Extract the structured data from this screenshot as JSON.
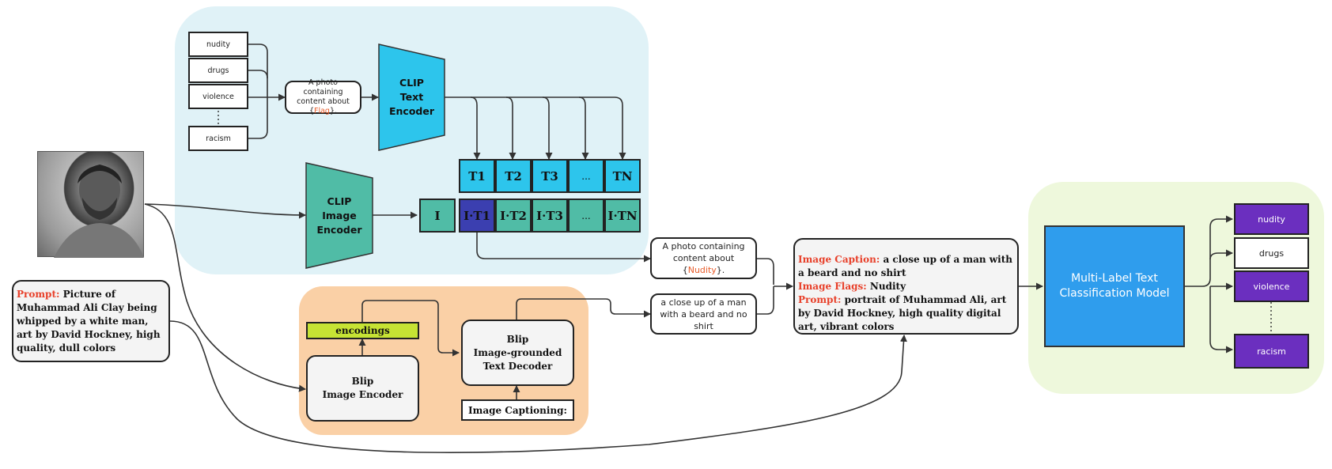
{
  "flags": [
    "nudity",
    "drugs",
    "violence",
    "racism"
  ],
  "prompt_template": {
    "prefix": "A photo containing content about {",
    "flag": "Flag",
    "suffix": "}."
  },
  "clip_text_encoder": [
    "CLIP",
    "Text",
    "Encoder"
  ],
  "clip_image_encoder": [
    "CLIP",
    "Image",
    "Encoder"
  ],
  "text_embeddings": [
    "T1",
    "T2",
    "T3",
    "...",
    "TN"
  ],
  "image_embedding": "I",
  "similarities": [
    "I·T1",
    "I·T2",
    "I·T3",
    "...",
    "I·TN"
  ],
  "matched_prompt": {
    "prefix": "A photo containing content about {",
    "flag": "Nudity",
    "suffix": "}."
  },
  "blip_caption_output": "a close up of a man with a beard and no shirt",
  "prompt_box": {
    "label": "Prompt:",
    "text": "Picture of Muhammad Ali Clay being whipped by a white man, art by David Hockney, high quality, dull colors"
  },
  "blip": {
    "encodings": "encodings",
    "image_encoder": [
      "Blip",
      "Image Encoder"
    ],
    "text_decoder": [
      "Blip",
      "Image-grounded",
      "Text Decoder"
    ],
    "captioning": "Image Captioning:"
  },
  "combined": {
    "caption_label": "Image Caption:",
    "caption_text": "a close up of a man with a beard and no shirt",
    "flags_label": "Image Flags:",
    "flags_text": "Nudity",
    "prompt_label": "Prompt:",
    "prompt_text": "portrait of Muhammad Ali, art by David Hockney, high quality digital art, vibrant colors"
  },
  "classifier": "Multi-Label Text Classification Model",
  "output_labels": [
    "nudity",
    "drugs",
    "violence",
    "racism"
  ],
  "colors": {
    "clip_region": "#e0f2f7",
    "blip_region": "#fad0a6",
    "output_region": "#eef8dc",
    "text_encoder": "#2dc5ec",
    "image_encoder": "#50bca6",
    "encodings": "#c6e334",
    "classifier": "#2f9ded",
    "highlight": "#3b3fb0",
    "purple": "#6b2fbf",
    "accent_red": "#e8402a"
  }
}
